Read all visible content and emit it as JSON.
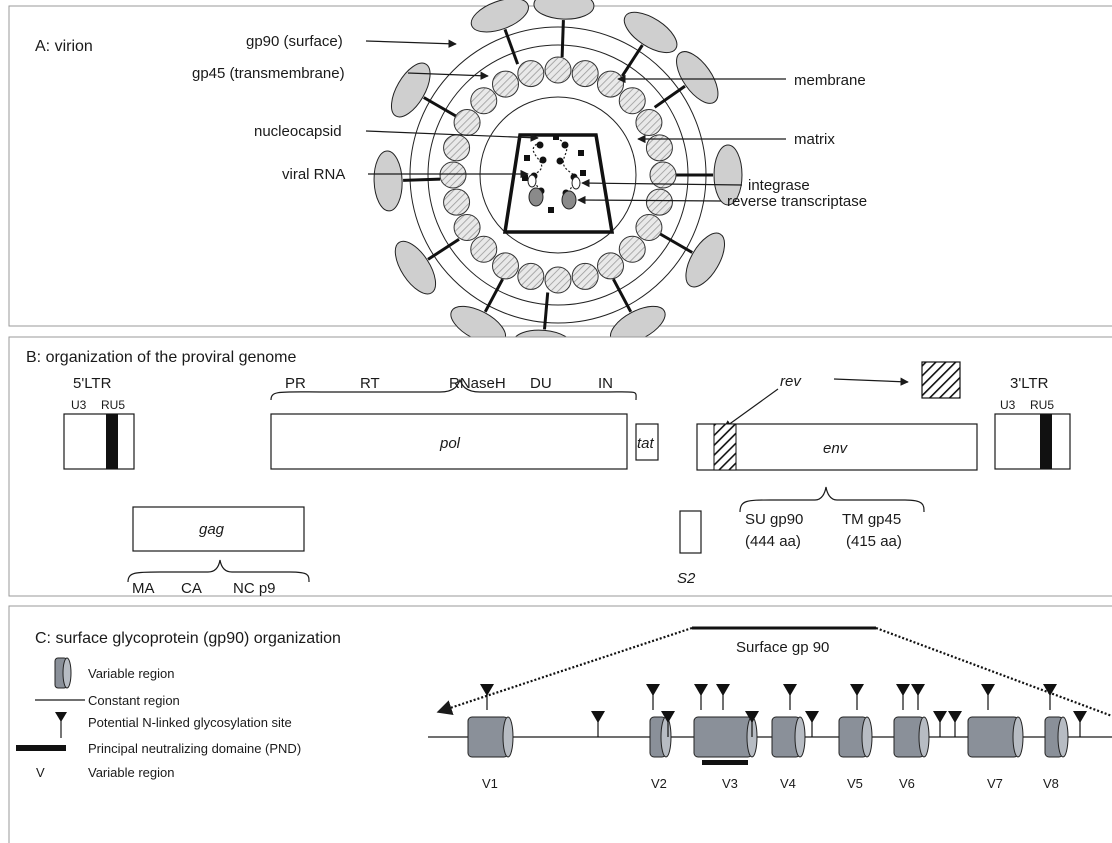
{
  "panel_a": {
    "title": "A: virion",
    "labels": {
      "gp90": "gp90 (surface)",
      "gp45": "gp45 (transmembrane)",
      "membrane": "membrane",
      "nucleocapsid": "nucleocapsid",
      "matrix": "matrix",
      "viral_rna": "viral RNA",
      "integrase": "integrase",
      "reverse_transcriptase": "reverse transcriptase"
    }
  },
  "panel_b": {
    "title": "B: organization of the proviral genome",
    "ltr5": {
      "name": "5'LTR",
      "u3": "U3",
      "ru5": "RU5"
    },
    "ltr3": {
      "name": "3'LTR",
      "u3": "U3",
      "ru5": "RU5"
    },
    "genes": {
      "pol": "pol",
      "gag": "gag",
      "tat": "tat",
      "env": "env",
      "s2": "S2",
      "rev": "rev"
    },
    "pol_domains": [
      "PR",
      "RT",
      "RNaseH",
      "DU",
      "IN"
    ],
    "gag_domains": [
      "MA",
      "CA",
      "NC p9"
    ],
    "env_products": {
      "su": "SU gp90",
      "su_len": "(444 aa)",
      "tm": "TM gp45",
      "tm_len": "(415 aa)"
    }
  },
  "panel_c": {
    "title": "C: surface glycoprotein (gp90) organization",
    "surface_label": "Surface gp 90",
    "legend": [
      {
        "symbol": "variable-cylinder",
        "text": "Variable region"
      },
      {
        "symbol": "thin-line",
        "text": "Constant region"
      },
      {
        "symbol": "glyco-site",
        "text": "Potential N-linked glycosylation site"
      },
      {
        "symbol": "thick-bar",
        "text": "Principal neutralizing domaine (PND)"
      },
      {
        "symbol": "V",
        "text": "Variable region"
      }
    ],
    "regions": [
      "V1",
      "V2",
      "V3",
      "V4",
      "V5",
      "V6",
      "V7",
      "V8"
    ]
  }
}
